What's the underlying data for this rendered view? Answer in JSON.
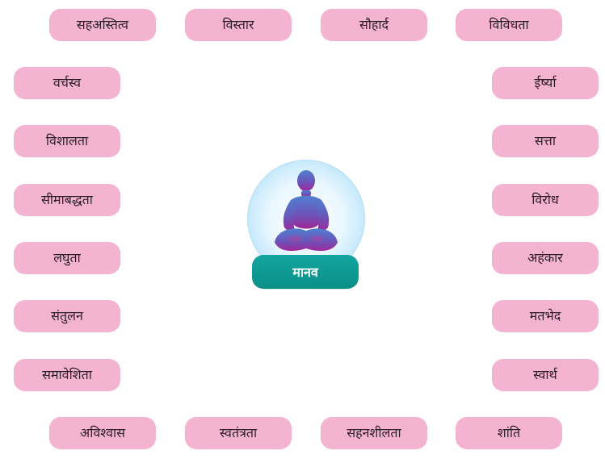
{
  "top": [
    "सहअस्तित्व",
    "विस्तार",
    "सौहार्द",
    "विविधता"
  ],
  "left": [
    "वर्चस्व",
    "विशालता",
    "सीमाबद्धता",
    "लघुता",
    "संतुलन",
    "समावेशिता"
  ],
  "right": [
    "ईर्ष्या",
    "सत्ता",
    "विरोध",
    "अहंकार",
    "मतभेद",
    "स्वार्थ"
  ],
  "bottom": [
    "अविश्वास",
    "स्वतंत्रता",
    "सहनशीलता",
    "शांति"
  ],
  "center": {
    "label": "मानव",
    "icon": "meditating-person-icon"
  },
  "colors": {
    "pill": "#f5b3d2",
    "label": "#0a8f86",
    "figure_top": "#4f7fd0",
    "figure_bottom": "#a0279a"
  }
}
